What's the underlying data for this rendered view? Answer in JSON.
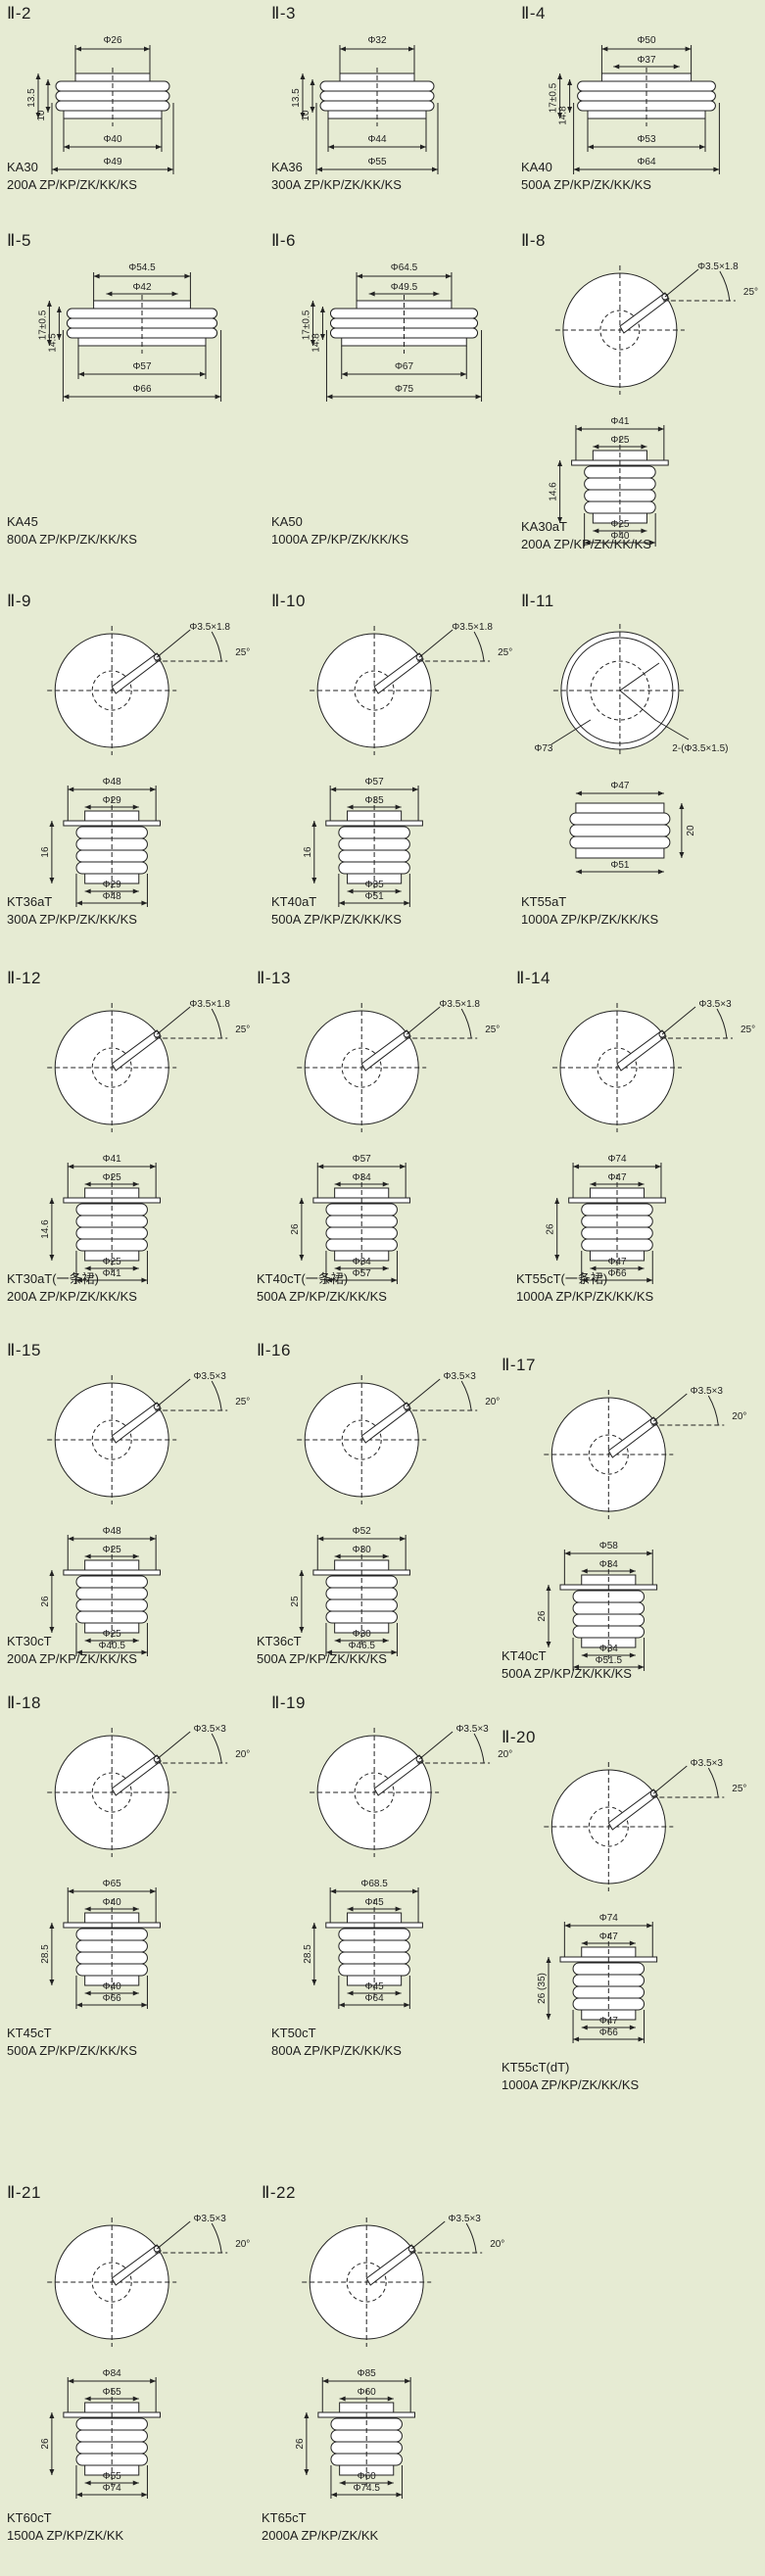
{
  "colors": {
    "background": "#e6ebd3",
    "line": "#222222",
    "body": "#ffffff"
  },
  "labels": {
    "deg25": "25°",
    "deg20": "20°"
  },
  "diagrams": [
    {
      "id": "II-2",
      "title": "Ⅱ-2",
      "view": "flat",
      "model": "KA30",
      "spec": "200A ZP/KP/ZK/KK/KS",
      "dims": {
        "top": "Φ26",
        "bottom": "Φ40",
        "outer": "Φ49",
        "h1": "13.5",
        "h2": "10"
      }
    },
    {
      "id": "II-3",
      "title": "Ⅱ-3",
      "view": "flat",
      "model": "KA36",
      "spec": "300A ZP/KP/ZK/KK/KS",
      "dims": {
        "top": "Φ32",
        "bottom": "Φ44",
        "outer": "Φ55",
        "h1": "13.5",
        "h2": "10"
      }
    },
    {
      "id": "II-4",
      "title": "Ⅱ-4",
      "view": "flat",
      "model": "KA40",
      "spec": "500A ZP/KP/ZK/KK/KS",
      "dims": {
        "top": "Φ50",
        "top2": "Φ37",
        "bottom": "Φ53",
        "outer": "Φ64",
        "h1": "17±0.5",
        "h2": "14.8"
      }
    },
    {
      "id": "II-5",
      "title": "Ⅱ-5",
      "view": "flat",
      "model": "KA45",
      "spec": "800A ZP/KP/ZK/KK/KS",
      "dims": {
        "top": "Φ54.5",
        "top2": "Φ42",
        "bottom": "Φ57",
        "outer": "Φ66",
        "h1": "17±0.5",
        "h2": "14.5"
      }
    },
    {
      "id": "II-6",
      "title": "Ⅱ-6",
      "view": "flat",
      "model": "KA50",
      "spec": "1000A ZP/KP/ZK/KK/KS",
      "dims": {
        "top": "Φ64.5",
        "top2": "Φ49.5",
        "bottom": "Φ67",
        "outer": "Φ75",
        "h1": "17±0.5",
        "h2": "14.8"
      }
    },
    {
      "id": "II-8",
      "title": "Ⅱ-8",
      "view": "stud",
      "model": "KA30aT",
      "spec": "200A ZP/KP/ZK/KK/KS",
      "dims": {
        "hole": "Φ3.5×1.8",
        "angle": "25°",
        "d1": "Φ41",
        "d2": "Φ25",
        "d3": "Φ25",
        "d4": "Φ40",
        "h": "14.6"
      }
    },
    {
      "id": "II-9",
      "title": "Ⅱ-9",
      "view": "stud",
      "model": "KT36aT",
      "spec": "300A ZP/KP/ZK/KK/KS",
      "dims": {
        "hole": "Φ3.5×1.8",
        "angle": "25°",
        "d1": "Φ48",
        "d2": "Φ29",
        "d3": "Φ29",
        "d4": "Φ48",
        "h": "16"
      }
    },
    {
      "id": "II-10",
      "title": "Ⅱ-10",
      "view": "stud",
      "model": "KT40aT",
      "spec": "500A ZP/KP/ZK/KK/KS",
      "dims": {
        "hole": "Φ3.5×1.8",
        "angle": "25°",
        "d1": "Φ57",
        "d2": "Φ35",
        "d3": "Φ35",
        "d4": "Φ51",
        "h": "16"
      }
    },
    {
      "id": "II-11",
      "title": "Ⅱ-11",
      "view": "double",
      "model": "KT55aT",
      "spec": "1000A ZP/KP/ZK/KK/KS",
      "dims": {
        "hole": "2-(Φ3.5×1.5)",
        "outer": "Φ73",
        "d1": "Φ47",
        "d4": "Φ51",
        "h": "20"
      }
    },
    {
      "id": "II-12",
      "title": "Ⅱ-12",
      "view": "stud",
      "model": "KT30aT(一条裙)",
      "spec": "200A ZP/KP/ZK/KK/KS",
      "dims": {
        "hole": "Φ3.5×1.8",
        "angle": "25°",
        "d1": "Φ41",
        "d2": "Φ25",
        "d3": "Φ25",
        "d4": "Φ41",
        "h": "14.6"
      }
    },
    {
      "id": "II-13",
      "title": "Ⅱ-13",
      "view": "stud",
      "model": "KT40cT(一条裙)",
      "spec": "500A ZP/KP/ZK/KK/KS",
      "dims": {
        "hole": "Φ3.5×1.8",
        "angle": "25°",
        "d1": "Φ57",
        "d2": "Φ34",
        "d3": "Φ34",
        "d4": "Φ57",
        "h": "26"
      }
    },
    {
      "id": "II-14",
      "title": "Ⅱ-14",
      "view": "stud",
      "model": "KT55cT(一条裙)",
      "spec": "1000A ZP/KP/ZK/KK/KS",
      "dims": {
        "hole": "Φ3.5×3",
        "angle": "25°",
        "d1": "Φ74",
        "d2": "Φ47",
        "d3": "Φ47",
        "d4": "Φ66",
        "h": "26"
      }
    },
    {
      "id": "II-15",
      "title": "Ⅱ-15",
      "view": "stud",
      "model": "KT30cT",
      "spec": "200A ZP/KP/ZK/KK/KS",
      "dims": {
        "hole": "Φ3.5×3",
        "angle": "25°",
        "d1": "Φ48",
        "d2": "Φ25",
        "d3": "Φ25",
        "d4": "Φ40.5",
        "h": "26"
      }
    },
    {
      "id": "II-16",
      "title": "Ⅱ-16",
      "view": "stud",
      "model": "KT36cT",
      "spec": "500A ZP/KP/ZK/KK/KS",
      "dims": {
        "hole": "Φ3.5×3",
        "angle": "20°",
        "d1": "Φ52",
        "d2": "Φ30",
        "d3": "Φ30",
        "d4": "Φ46.5",
        "h": "25"
      }
    },
    {
      "id": "II-17",
      "title": "Ⅱ-17",
      "view": "stud",
      "model": "KT40cT",
      "spec": "500A ZP/KP/ZK/KK/KS",
      "dims": {
        "hole": "Φ3.5×3",
        "angle": "20°",
        "d1": "Φ58",
        "d2": "Φ34",
        "d3": "Φ34",
        "d4": "Φ51.5",
        "h": "26"
      }
    },
    {
      "id": "II-18",
      "title": "Ⅱ-18",
      "view": "stud",
      "model": "KT45cT",
      "spec": "500A ZP/KP/ZK/KK/KS",
      "dims": {
        "hole": "Φ3.5×3",
        "angle": "20°",
        "d1": "Φ65",
        "d2": "Φ40",
        "d3": "Φ40",
        "d4": "Φ66",
        "h": "28.5"
      }
    },
    {
      "id": "II-19",
      "title": "Ⅱ-19",
      "view": "stud",
      "model": "KT50cT",
      "spec": "800A ZP/KP/ZK/KK/KS",
      "dims": {
        "hole": "Φ3.5×3",
        "angle": "20°",
        "d1": "Φ68.5",
        "d2": "Φ45",
        "d3": "Φ45",
        "d4": "Φ64",
        "h": "28.5"
      }
    },
    {
      "id": "II-20",
      "title": "Ⅱ-20",
      "view": "stud",
      "model": "KT55cT(dT)",
      "spec": "1000A ZP/KP/ZK/KK/KS",
      "dims": {
        "hole": "Φ3.5×3",
        "angle": "25°",
        "d1": "Φ74",
        "d2": "Φ47",
        "d3": "Φ47",
        "d4": "Φ66",
        "h": "26 (35)"
      }
    },
    {
      "id": "II-21",
      "title": "Ⅱ-21",
      "view": "stud",
      "model": "KT60cT",
      "spec": "1500A ZP/KP/ZK/KK",
      "dims": {
        "hole": "Φ3.5×3",
        "angle": "20°",
        "d1": "Φ84",
        "d2": "Φ55",
        "d3": "Φ55",
        "d4": "Φ74",
        "h": "26"
      }
    },
    {
      "id": "II-22",
      "title": "Ⅱ-22",
      "view": "stud",
      "model": "KT65cT",
      "spec": "2000A ZP/KP/ZK/KK",
      "dims": {
        "hole": "Φ3.5×3",
        "angle": "20°",
        "d1": "Φ85",
        "d2": "Φ60",
        "d3": "Φ60",
        "d4": "Φ74.5",
        "h": "26"
      }
    }
  ]
}
